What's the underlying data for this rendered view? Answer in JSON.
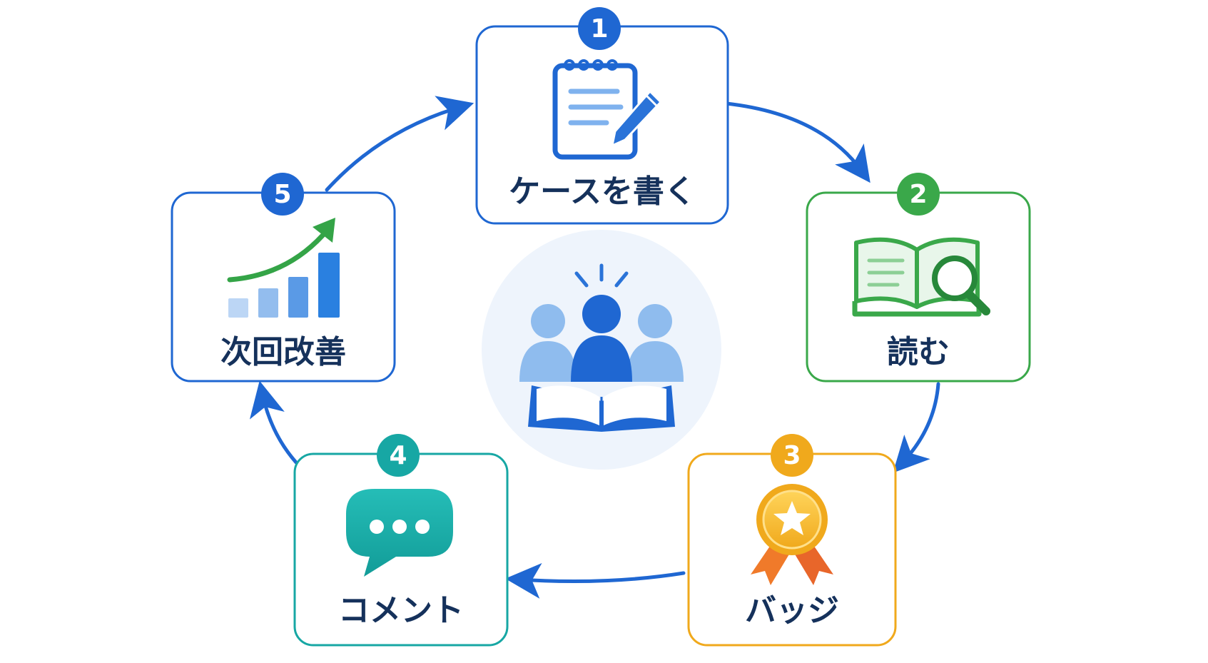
{
  "steps": [
    {
      "number": "1",
      "label": "ケースを書く",
      "color": "#1f67d2"
    },
    {
      "number": "2",
      "label": "読む",
      "color": "#3aa84a"
    },
    {
      "number": "3",
      "label": "バッジ",
      "color": "#f0a91c"
    },
    {
      "number": "4",
      "label": "コメント",
      "color": "#17a7a4"
    },
    {
      "number": "5",
      "label": "次回改善",
      "color": "#1f67d2"
    }
  ],
  "colors": {
    "arrow": "#1f67d2",
    "label_text": "#15315b",
    "center_bg": "#eef4fc"
  },
  "icons": {
    "step1": "notepad-pencil-icon",
    "step2": "book-magnifier-icon",
    "step3": "medal-star-icon",
    "step4": "chat-bubble-icon",
    "step5": "growth-chart-icon",
    "center": "group-reading-book-icon"
  }
}
